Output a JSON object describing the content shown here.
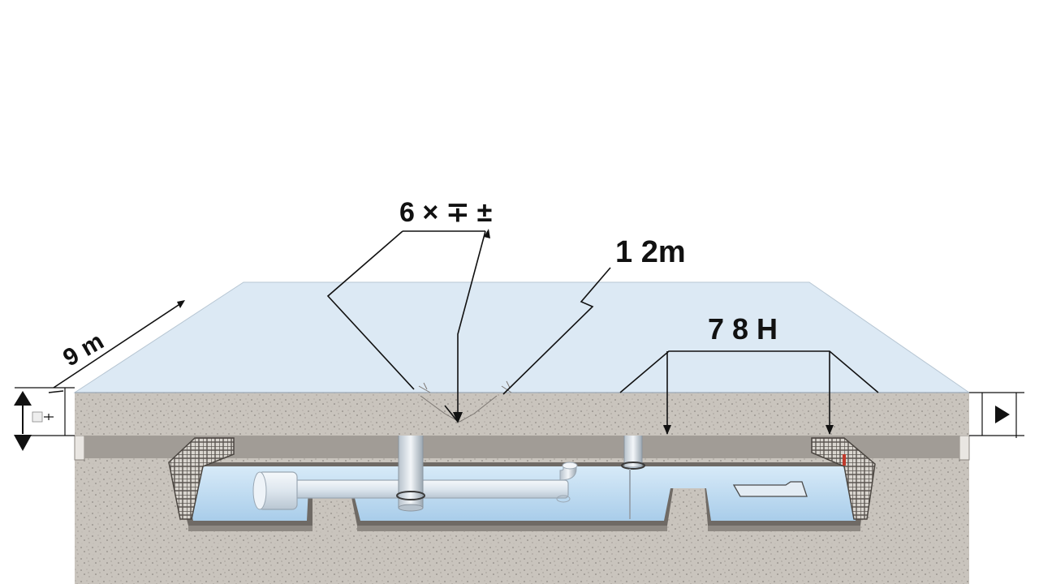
{
  "labels": {
    "top_formula": "6 × ∓ ±",
    "length_right": "1 2m",
    "height_right": "7 8 H",
    "length_left": "9 m"
  },
  "colors": {
    "slab_top": "#dce9f4",
    "concrete": "#c9c4bd",
    "water": "#b9d8f0",
    "pipe": "#e7eef5",
    "mesh": "#5b5550",
    "line": "#111111"
  },
  "icons": [
    "up-down-arrow-icon",
    "play-triangle-icon"
  ]
}
